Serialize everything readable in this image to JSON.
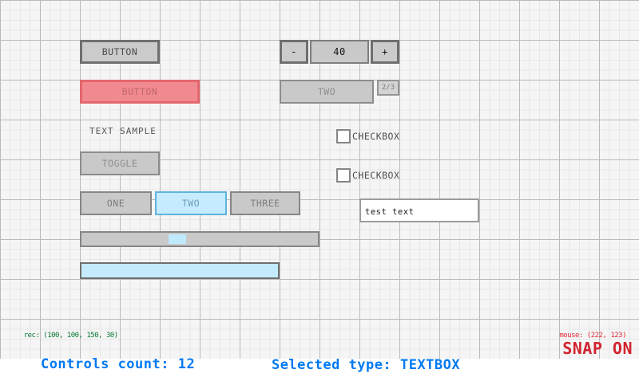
{
  "canvas": {
    "background": "#f5f5f5",
    "grid_minor_color": "#e8e8e8",
    "grid_major_color": "#bababa"
  },
  "controls": {
    "button_normal": {
      "label": "BUTTON"
    },
    "button_selected": {
      "label": "BUTTON",
      "highlight_color": "#f18990"
    },
    "text_sample": {
      "text": "TEXT SAMPLE"
    },
    "toggle": {
      "label": "TOGGLE"
    },
    "toggle_group": {
      "one": "ONE",
      "two": "TWO",
      "three": "THREE",
      "active": "TWO",
      "active_color": "#c5ecfe"
    },
    "spinner": {
      "minus_label": "-",
      "value": "40",
      "plus_label": "+"
    },
    "combobox": {
      "selected": "TWO",
      "counter": "2/3"
    },
    "checkbox1": {
      "label": "CHECKBOX",
      "checked": false
    },
    "checkbox2": {
      "label": "CHECKBOX",
      "checked": false
    },
    "textbox": {
      "value": "test text"
    },
    "slider": {
      "handle_color": "#bfe9fc"
    },
    "progressbar": {
      "fill_color": "#c3ebfd"
    }
  },
  "statusbar": {
    "rec": "rec: (100, 100, 150, 30)",
    "rec_color": "#067a34",
    "controls_count": "Controls count: 12",
    "selected_type": "Selected type: TEXTBOX",
    "accent_blue": "#0079f1",
    "mouse": "mouse: (222, 123)",
    "mouse_color": "#e62937",
    "snap": "SNAP ON",
    "snap_color": "#d1242f"
  }
}
